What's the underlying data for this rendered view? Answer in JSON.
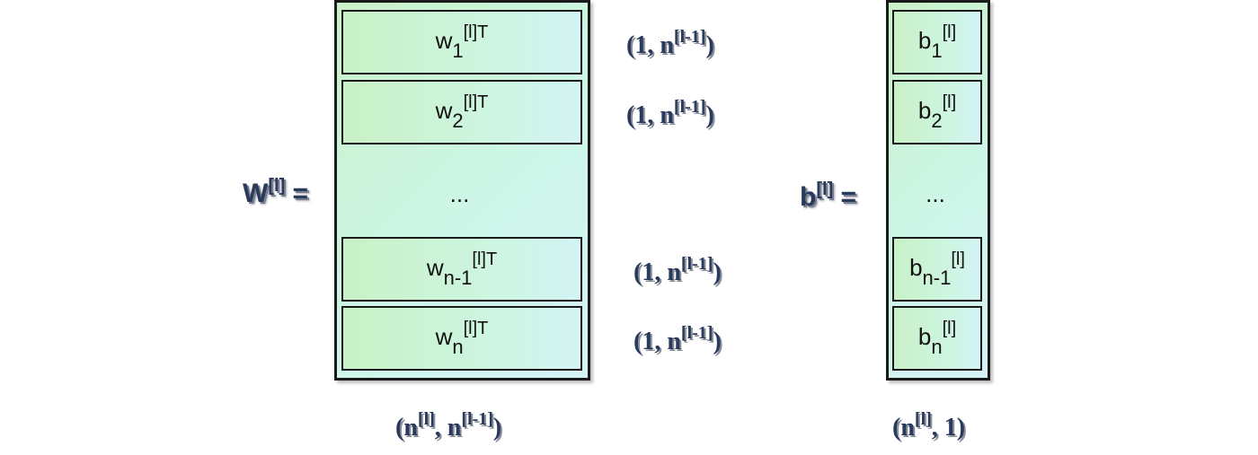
{
  "weights": {
    "label": {
      "base": "W",
      "sup": "[l]",
      "eq": " ="
    },
    "rows": [
      {
        "base": "w",
        "sub": "1",
        "sup": "[l]T"
      },
      {
        "base": "w",
        "sub": "2",
        "sup": "[l]T"
      },
      {
        "base": "w",
        "sub": "n-1",
        "sup": "[l]T"
      },
      {
        "base": "w",
        "sub": "n",
        "sup": "[l]T"
      }
    ],
    "ellipsis": "...",
    "row_dims": [
      {
        "pre": "(1, n",
        "sup": "[l-1]",
        "post": ")"
      },
      {
        "pre": "(1, n",
        "sup": "[l-1]",
        "post": ")"
      },
      {
        "pre": "(1, n",
        "sup": "[l-1]",
        "post": ")"
      },
      {
        "pre": "(1, n",
        "sup": "[l-1]",
        "post": ")"
      }
    ],
    "shape": {
      "a": "(n",
      "a_sup": "[l]",
      "b": ", n",
      "b_sup": "[l-1]",
      "c": ")"
    }
  },
  "biases": {
    "label": {
      "base": "b",
      "sup": "[l]",
      "eq": " ="
    },
    "rows": [
      {
        "base": "b",
        "sub": "1",
        "sup": "[l]"
      },
      {
        "base": "b",
        "sub": "2",
        "sup": "[l]"
      },
      {
        "base": "b",
        "sub": "n-1",
        "sup": "[l]"
      },
      {
        "base": "b",
        "sub": "n",
        "sup": "[l]"
      }
    ],
    "ellipsis": "...",
    "shape": {
      "a": "(n",
      "a_sup": "[l]",
      "b": ", 1)"
    }
  }
}
